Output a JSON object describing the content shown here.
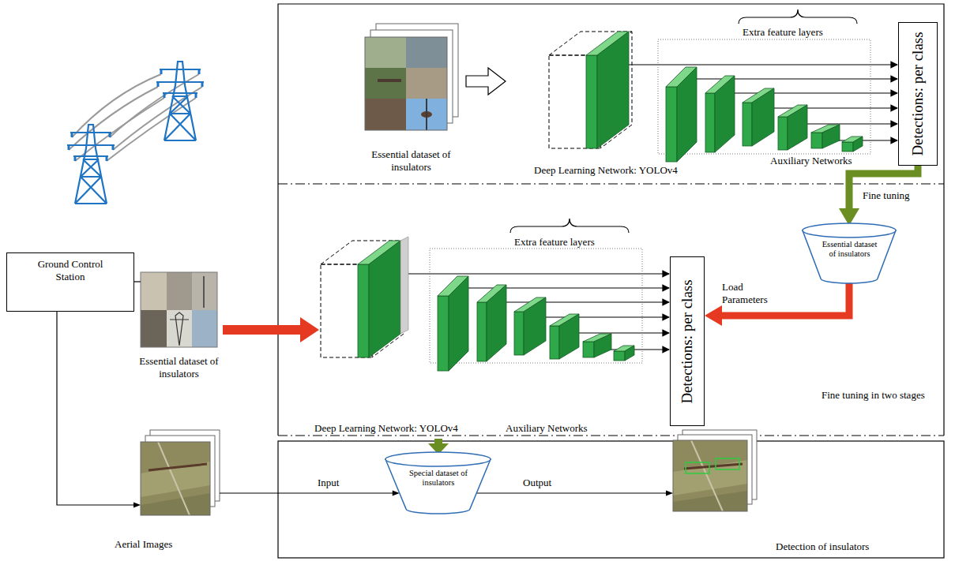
{
  "diagram": {
    "nodes": [
      {
        "text": [
          "Ground Control Station"
        ]
      },
      {
        "text": [
          "Essential dataset of insulators"
        ]
      },
      {
        "text": [
          "Detections: per class"
        ]
      },
      {
        "text": [
          "Essential dataset of insulators"
        ]
      },
      {
        "text": [
          "Essential dataset of insulators"
        ]
      },
      {
        "text": [
          "Detections: per class"
        ]
      },
      {
        "text": [
          "Aerial Images"
        ]
      },
      {
        "text": [
          "Special dataset of insulators"
        ]
      },
      {
        "text": [
          "Detection of insulators"
        ]
      }
    ],
    "edges": [
      {
        "from": 0,
        "to": 4,
        "arrow": "none"
      },
      {
        "from": 0,
        "to": 6,
        "arrow": "to"
      },
      {
        "from": 2,
        "to": 3,
        "arrow": "to",
        "label": "Fine tuning"
      },
      {
        "from": 3,
        "to": 5,
        "arrow": "to",
        "label": "Load Parameters"
      },
      {
        "from": 6,
        "to": 7,
        "arrow": "to",
        "label": "Input"
      },
      {
        "from": 7,
        "to": 8,
        "arrow": "to",
        "label": "Output"
      }
    ],
    "labels": [
      "Extra feature layers",
      "Deep Learning Network: YOLOv4",
      "Auxiliary Networks",
      "Extra feature layers",
      "Deep Learning Network: YOLOv4",
      "Auxiliary Networks",
      "Fine tuning in two stages"
    ]
  }
}
